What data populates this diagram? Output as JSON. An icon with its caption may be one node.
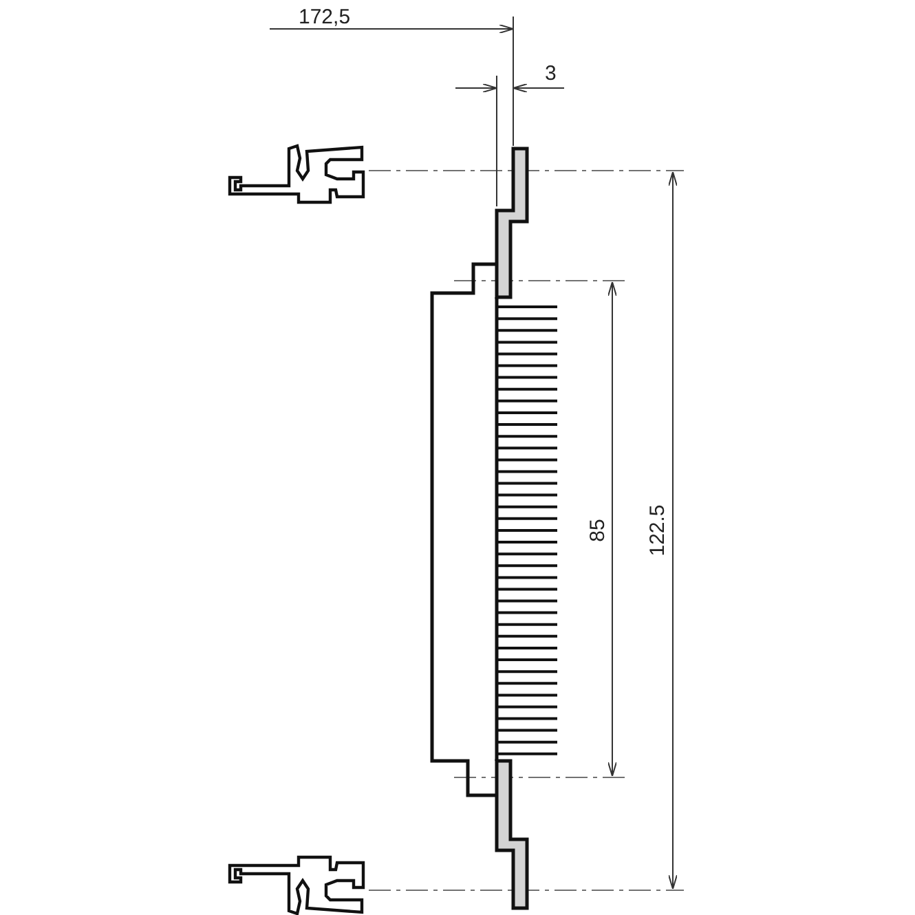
{
  "diagram": {
    "labels": [
      "172,5",
      "3",
      "85",
      "122.5"
    ]
  }
}
